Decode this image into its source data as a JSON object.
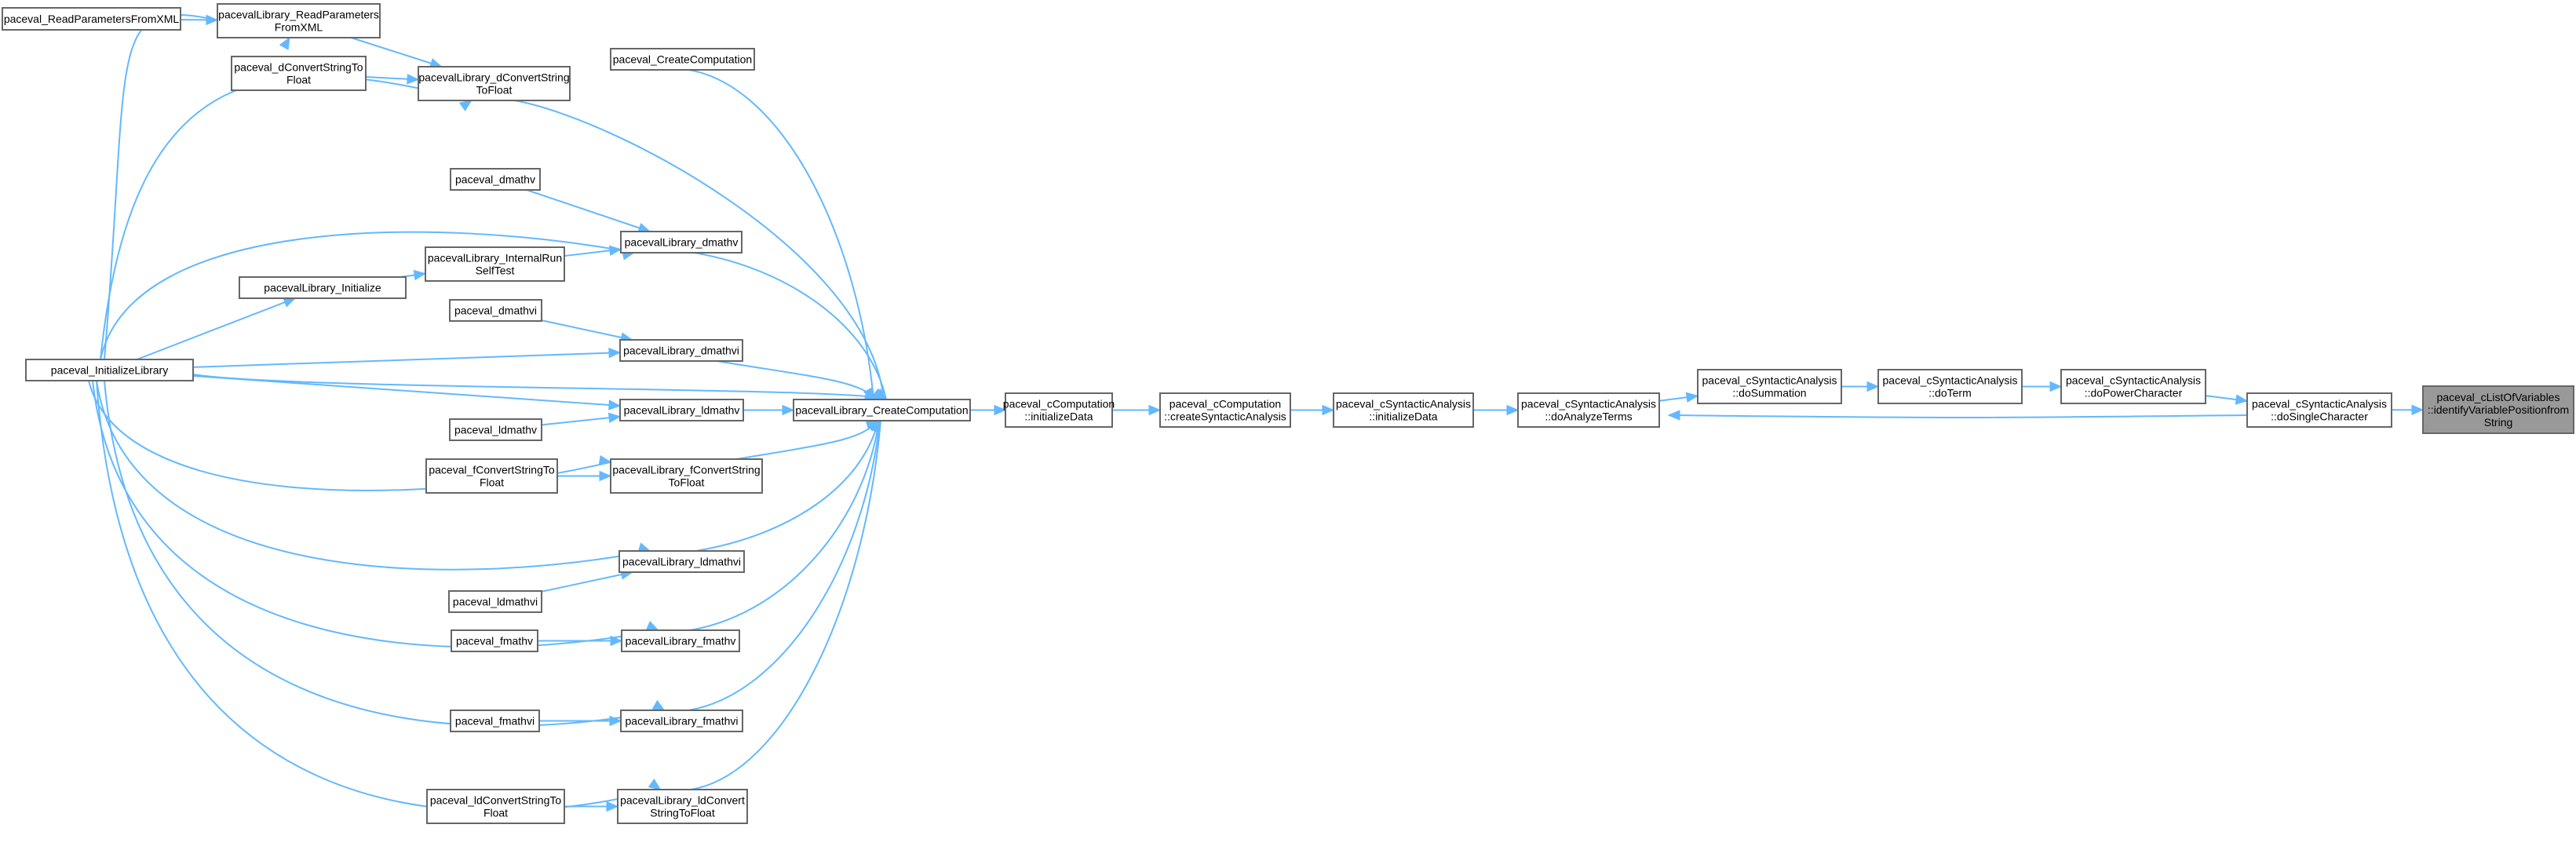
{
  "diagram": {
    "type": "caller-graph",
    "colors": {
      "edge": "#63b8ff",
      "node_border": "#666666",
      "node_fill": "#ffffff",
      "focus_fill": "#999999"
    },
    "nodes": [
      {
        "id": "n_readxml",
        "lines": [
          "paceval_ReadParametersFromXML"
        ]
      },
      {
        "id": "n_lib_readxml",
        "lines": [
          "pacevalLibrary_ReadParameters",
          "FromXML"
        ]
      },
      {
        "id": "n_dconv",
        "lines": [
          "paceval_dConvertStringTo",
          "Float"
        ]
      },
      {
        "id": "n_lib_dconv",
        "lines": [
          "pacevalLibrary_dConvertString",
          "ToFloat"
        ]
      },
      {
        "id": "n_create",
        "lines": [
          "paceval_CreateComputation"
        ]
      },
      {
        "id": "n_dmathv",
        "lines": [
          "paceval_dmathv"
        ]
      },
      {
        "id": "n_lib_dmathv",
        "lines": [
          "pacevalLibrary_dmathv"
        ]
      },
      {
        "id": "n_selftest",
        "lines": [
          "pacevalLibrary_InternalRun",
          "SelfTest"
        ]
      },
      {
        "id": "n_lib_init",
        "lines": [
          "pacevalLibrary_Initialize"
        ]
      },
      {
        "id": "n_dmathvi",
        "lines": [
          "paceval_dmathvi"
        ]
      },
      {
        "id": "n_lib_dmathvi",
        "lines": [
          "pacevalLibrary_dmathvi"
        ]
      },
      {
        "id": "n_initlib",
        "lines": [
          "paceval_InitializeLibrary"
        ]
      },
      {
        "id": "n_lib_ldmathv",
        "lines": [
          "pacevalLibrary_ldmathv"
        ]
      },
      {
        "id": "n_ldmathv",
        "lines": [
          "paceval_ldmathv"
        ]
      },
      {
        "id": "n_fconv",
        "lines": [
          "paceval_fConvertStringTo",
          "Float"
        ]
      },
      {
        "id": "n_lib_fconv",
        "lines": [
          "pacevalLibrary_fConvertString",
          "ToFloat"
        ]
      },
      {
        "id": "n_lib_ldmathvi",
        "lines": [
          "pacevalLibrary_ldmathvi"
        ]
      },
      {
        "id": "n_ldmathvi",
        "lines": [
          "paceval_ldmathvi"
        ]
      },
      {
        "id": "n_fmathv",
        "lines": [
          "paceval_fmathv"
        ]
      },
      {
        "id": "n_lib_fmathv",
        "lines": [
          "pacevalLibrary_fmathv"
        ]
      },
      {
        "id": "n_fmathvi",
        "lines": [
          "paceval_fmathvi"
        ]
      },
      {
        "id": "n_lib_fmathvi",
        "lines": [
          "pacevalLibrary_fmathvi"
        ]
      },
      {
        "id": "n_ldconv",
        "lines": [
          "paceval_ldConvertStringTo",
          "Float"
        ]
      },
      {
        "id": "n_lib_ldconv",
        "lines": [
          "pacevalLibrary_ldConvert",
          "StringToFloat"
        ]
      },
      {
        "id": "n_lib_create",
        "lines": [
          "pacevalLibrary_CreateComputation"
        ]
      },
      {
        "id": "n_comp_init",
        "lines": [
          "paceval_cComputation",
          "::initializeData"
        ]
      },
      {
        "id": "n_comp_createsa",
        "lines": [
          "paceval_cComputation",
          "::createSyntacticAnalysis"
        ]
      },
      {
        "id": "n_sa_init",
        "lines": [
          "paceval_cSyntacticAnalysis",
          "::initializeData"
        ]
      },
      {
        "id": "n_sa_analyze",
        "lines": [
          "paceval_cSyntacticAnalysis",
          "::doAnalyzeTerms"
        ]
      },
      {
        "id": "n_sa_sum",
        "lines": [
          "paceval_cSyntacticAnalysis",
          "::doSummation"
        ]
      },
      {
        "id": "n_sa_term",
        "lines": [
          "paceval_cSyntacticAnalysis",
          "::doTerm"
        ]
      },
      {
        "id": "n_sa_power",
        "lines": [
          "paceval_cSyntacticAnalysis",
          "::doPowerCharacter"
        ]
      },
      {
        "id": "n_sa_single",
        "lines": [
          "paceval_cSyntacticAnalysis",
          "::doSingleCharacter"
        ]
      },
      {
        "id": "n_focus",
        "lines": [
          "paceval_cListOfVariables",
          "::identifyVariablePositionfrom",
          "String"
        ],
        "focus": true
      }
    ],
    "edges": [
      [
        "n_readxml",
        "n_lib_readxml"
      ],
      [
        "n_lib_readxml",
        "n_lib_dconv"
      ],
      [
        "n_dconv",
        "n_lib_dconv"
      ],
      [
        "n_initlib",
        "n_lib_dconv"
      ],
      [
        "n_initlib",
        "n_lib_readxml"
      ],
      [
        "n_lib_dconv",
        "n_lib_create"
      ],
      [
        "n_create",
        "n_lib_create"
      ],
      [
        "n_dmathv",
        "n_lib_dmathv"
      ],
      [
        "n_initlib",
        "n_lib_dmathv"
      ],
      [
        "n_selftest",
        "n_lib_dmathv"
      ],
      [
        "n_lib_init",
        "n_selftest"
      ],
      [
        "n_initlib",
        "n_lib_init"
      ],
      [
        "n_dmathvi",
        "n_lib_dmathvi"
      ],
      [
        "n_initlib",
        "n_lib_dmathvi"
      ],
      [
        "n_lib_dmathv",
        "n_lib_create"
      ],
      [
        "n_lib_dmathvi",
        "n_lib_create"
      ],
      [
        "n_initlib",
        "n_lib_ldmathv"
      ],
      [
        "n_ldmathv",
        "n_lib_ldmathv"
      ],
      [
        "n_lib_ldmathv",
        "n_lib_create"
      ],
      [
        "n_fconv",
        "n_lib_fconv"
      ],
      [
        "n_initlib",
        "n_lib_fconv"
      ],
      [
        "n_lib_fconv",
        "n_lib_create"
      ],
      [
        "n_initlib",
        "n_lib_ldmathvi"
      ],
      [
        "n_ldmathvi",
        "n_lib_ldmathvi"
      ],
      [
        "n_lib_ldmathvi",
        "n_lib_create"
      ],
      [
        "n_fmathv",
        "n_lib_fmathv"
      ],
      [
        "n_initlib",
        "n_lib_fmathv"
      ],
      [
        "n_lib_fmathv",
        "n_lib_create"
      ],
      [
        "n_fmathvi",
        "n_lib_fmathvi"
      ],
      [
        "n_initlib",
        "n_lib_fmathvi"
      ],
      [
        "n_lib_fmathvi",
        "n_lib_create"
      ],
      [
        "n_ldconv",
        "n_lib_ldconv"
      ],
      [
        "n_initlib",
        "n_lib_ldconv"
      ],
      [
        "n_lib_ldconv",
        "n_lib_create"
      ],
      [
        "n_initlib",
        "n_lib_create"
      ],
      [
        "n_lib_create",
        "n_comp_init"
      ],
      [
        "n_comp_init",
        "n_comp_createsa"
      ],
      [
        "n_comp_createsa",
        "n_sa_init"
      ],
      [
        "n_sa_init",
        "n_sa_analyze"
      ],
      [
        "n_sa_analyze",
        "n_sa_sum"
      ],
      [
        "n_sa_sum",
        "n_sa_term"
      ],
      [
        "n_sa_term",
        "n_sa_power"
      ],
      [
        "n_sa_power",
        "n_sa_single"
      ],
      [
        "n_sa_single",
        "n_sa_analyze"
      ],
      [
        "n_sa_single",
        "n_focus"
      ]
    ]
  }
}
